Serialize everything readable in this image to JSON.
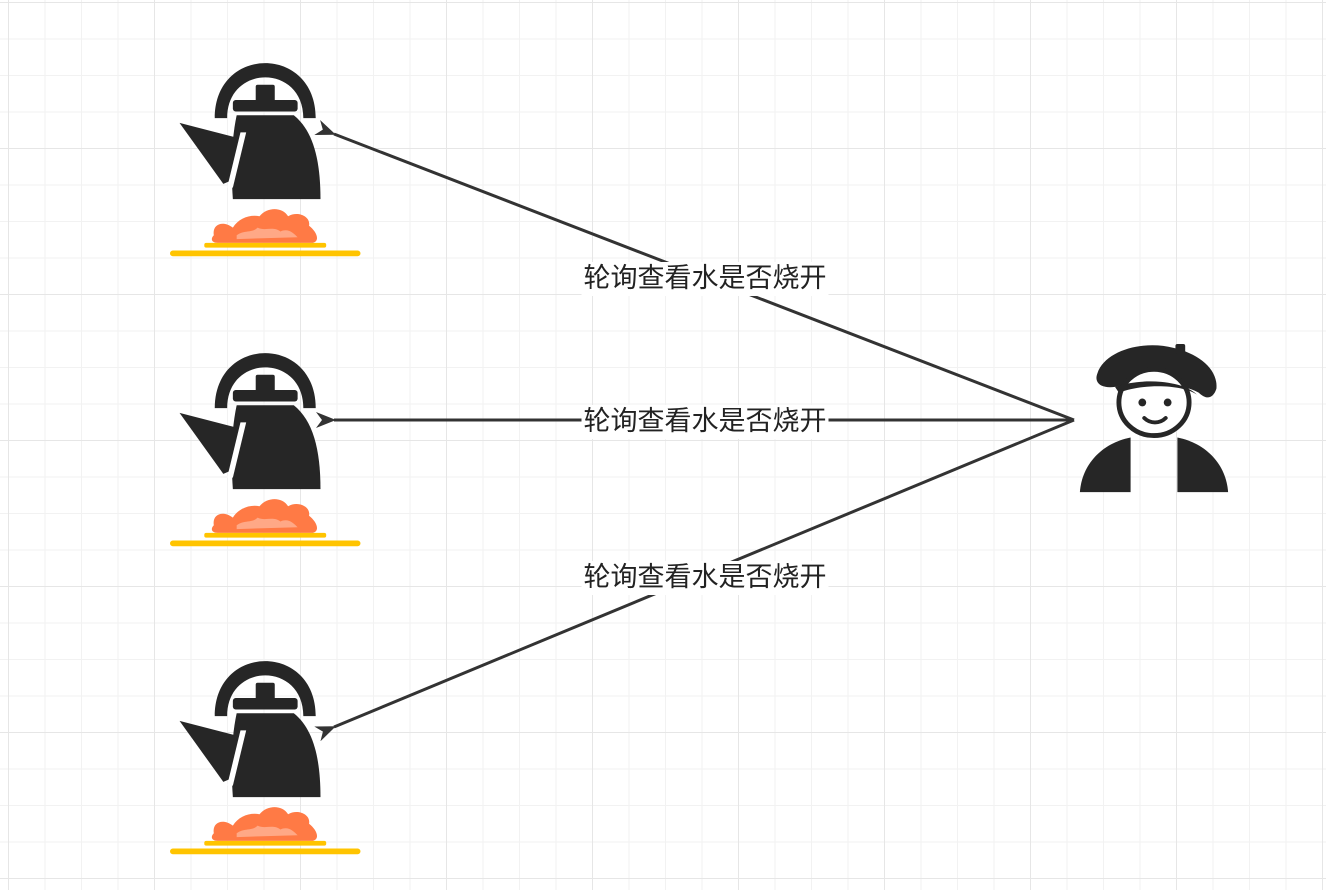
{
  "edges": [
    {
      "label": "轮询查看水是否烧开"
    },
    {
      "label": "轮询查看水是否烧开"
    },
    {
      "label": "轮询查看水是否烧开"
    }
  ],
  "nodes": {
    "kettles": [
      "kettle-on-stove-icon",
      "kettle-on-stove-icon",
      "kettle-on-stove-icon"
    ],
    "person": "person-with-beret-icon"
  },
  "colors": {
    "icon": "#262626",
    "arrow": "#333333",
    "flame": "#ff7a45",
    "burner": "#ffc400",
    "grid": "#e6e6e6"
  }
}
